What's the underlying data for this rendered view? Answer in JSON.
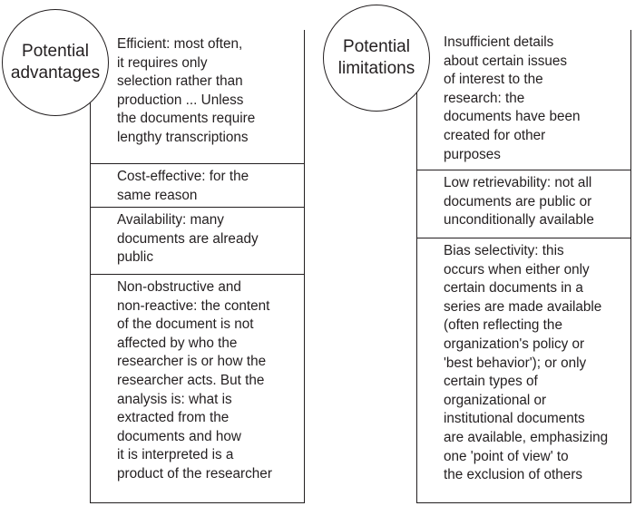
{
  "left": {
    "circle_label": "Potential\nadvantages",
    "items": [
      "Efficient: most often,\nit requires only\nselection rather than\nproduction ... Unless\nthe documents require\nlengthy transcriptions",
      "Cost-effective: for the\nsame reason",
      "Availability: many\ndocuments are already\npublic",
      "Non-obstructive and\nnon-reactive: the content\nof the document is not\naffected by who the\nresearcher is or how the\nresearcher acts. But the\nanalysis is: what is\nextracted from the\ndocuments and how\nit is interpreted is a\nproduct of the researcher"
    ]
  },
  "right": {
    "circle_label": "Potential\nlimitations",
    "items": [
      "Insufficient details\nabout certain issues\nof interest to the\nresearch: the\ndocuments have been\ncreated for other\npurposes",
      "Low retrievability: not all\ndocuments are public or\nunconditionally available",
      "Bias selectivity: this\noccurs when either only\ncertain documents in a\nseries are made available\n(often reflecting the\norganization's policy or\n'best behavior'); or only\ncertain types of\norganizational or\ninstitutional documents\nare available, emphasizing\none 'point of view' to\nthe exclusion of others"
    ]
  }
}
